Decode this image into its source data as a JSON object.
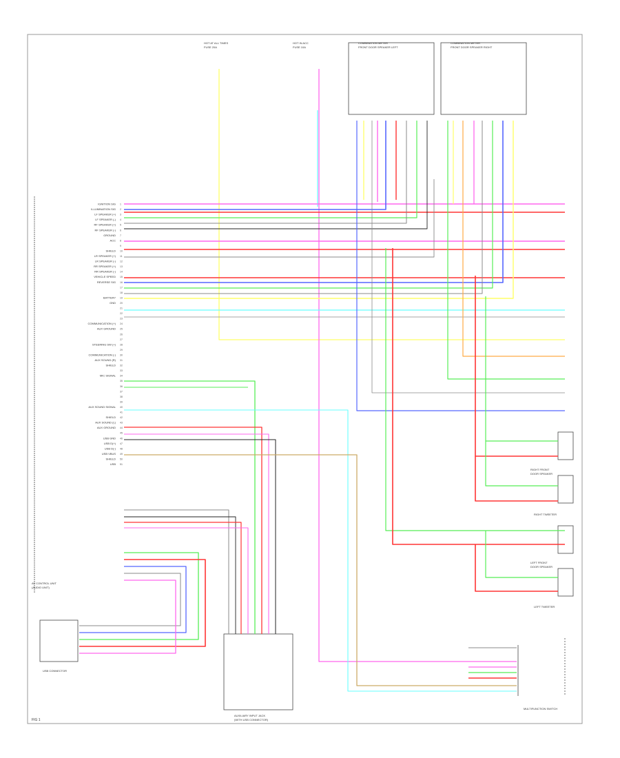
{
  "page": {
    "footer": "FIG 1"
  },
  "colors": {
    "pink": "#ff66ee",
    "blue": "#5566ff",
    "red": "#ff3333",
    "green": "#55ee55",
    "yellow": "#ffff66",
    "cyan": "#66ffff",
    "orange": "#ffaa44",
    "gray": "#888888",
    "black": "#222222",
    "tan": "#ccaa66",
    "violet": "#aa66ff"
  },
  "components": {
    "hot_at_all_times": [
      "HOT AT ALL TIMES",
      "FUSE 20A"
    ],
    "hot_in_acc": [
      "HOT IN ACC",
      "FUSE 10A"
    ],
    "front_door_left": [
      "COMBINATION METER",
      "FRONT DOOR SPEAKER LEFT"
    ],
    "front_door_right": [
      "COMBINATION METER",
      "FRONT DOOR SPEAKER RIGHT"
    ],
    "av_control_unit": [
      "AV CONTROL UNIT",
      "(AUDIO UNIT)"
    ],
    "usb_connector": "USB CONNECTOR",
    "right_front_door_speaker": [
      "RIGHT FRONT",
      "DOOR SPEAKER"
    ],
    "right_tweeter": "RIGHT TWEETER",
    "left_front_door_speaker": [
      "LEFT FRONT",
      "DOOR SPEAKER"
    ],
    "left_tweeter": "LEFT TWEETER",
    "auxiliary_input": [
      "AUXILIARY INPUT JACK",
      "(WITH USB CONNECTOR)"
    ],
    "multi_function_switch": "MULTIFUNCTION SWITCH"
  },
  "av_pins": [
    {
      "label": "IGNITION SIG"
    },
    {
      "label": "ILLUMINATION SIG"
    },
    {
      "label": "LF SPEAKER (+)"
    },
    {
      "label": "LF SPEAKER (-)"
    },
    {
      "label": "RF SPEAKER (+)"
    },
    {
      "label": "RF SPEAKER (-)"
    },
    {
      "label": "GROUND"
    },
    {
      "label": "ACC"
    },
    {
      "label": ""
    },
    {
      "label": "SHIELD"
    },
    {
      "label": "LR SPEAKER (+)"
    },
    {
      "label": "LR SPEAKER (-)"
    },
    {
      "label": "RR SPEAKER (+)"
    },
    {
      "label": "RR SPEAKER (-)"
    },
    {
      "label": "VEHICLE SPEED"
    },
    {
      "label": "REVERSE SIG"
    },
    {
      "label": ""
    },
    {
      "label": ""
    },
    {
      "label": "BATTERY"
    },
    {
      "label": "GND"
    },
    {
      "label": ""
    },
    {
      "label": ""
    },
    {
      "label": ""
    },
    {
      "label": "COMMUNICATION (+)"
    },
    {
      "label": "AUX GROUND"
    },
    {
      "label": ""
    },
    {
      "label": ""
    },
    {
      "label": "STEERING SW (+)"
    },
    {
      "label": ""
    },
    {
      "label": "COMMUNICATION (-)"
    },
    {
      "label": "AUX SOUND (R)"
    },
    {
      "label": "SHIELD"
    },
    {
      "label": ""
    },
    {
      "label": "MIC SIGNAL"
    },
    {
      "label": ""
    },
    {
      "label": ""
    },
    {
      "label": ""
    },
    {
      "label": ""
    },
    {
      "label": ""
    },
    {
      "label": "AUX SOUND SIGNAL"
    },
    {
      "label": ""
    },
    {
      "label": "SHIELD"
    },
    {
      "label": "AUX SOUND (L)"
    },
    {
      "label": "AUX GROUND"
    },
    {
      "label": ""
    },
    {
      "label": "USB GND"
    },
    {
      "label": "USB D(+)"
    },
    {
      "label": "USB D(-)"
    },
    {
      "label": "USB VBUS"
    },
    {
      "label": "SHIELD"
    },
    {
      "label": "USB"
    }
  ]
}
